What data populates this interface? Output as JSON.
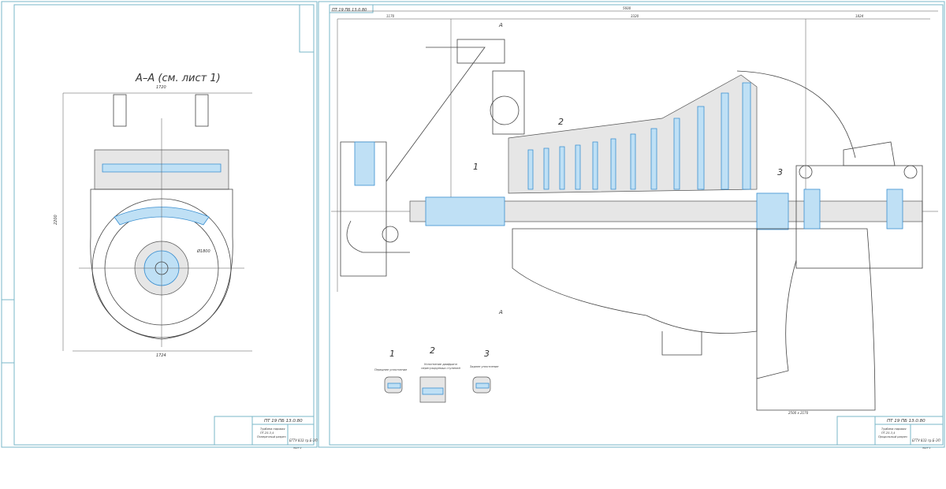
{
  "sheet1": {
    "section_title": "А–А (см. лист 1)",
    "stamp_code": "ПТ 19 ПБ 13.0.80",
    "doc_name": [
      "Турбина паровая",
      "ПТ-25-3,4",
      "Поперечный разрез"
    ],
    "sheet_label": "Лист 2",
    "org": "ЕГТУ 833 гр.Б-ЭП",
    "dims": {
      "width": "1724",
      "top": "1720",
      "height": "2200",
      "dia": "Ø1800"
    }
  },
  "sheet2": {
    "corner_code": "ПТ 19 ПБ 13.0.80",
    "stamp_code": "ПТ 19 ПБ 13.0.80",
    "doc_name": [
      "Турбина паровая",
      "ПТ-25-3,4",
      "Продольный разрез"
    ],
    "sheet_label": "Лист 1",
    "org": "ЕГТУ 833 гр.Б-ЭП",
    "section_marks": [
      "А",
      "А"
    ],
    "callouts": [
      "1",
      "2",
      "3"
    ],
    "dims": {
      "total": "5600",
      "d1": "1170",
      "d2": "3320",
      "d3": "1824",
      "bottom": "2500 x 2170"
    },
    "details": [
      {
        "num": "1",
        "label": "Переднее уплотнение"
      },
      {
        "num": "2",
        "label": "Уплотнение диафрагм нерегулируемых ступеней"
      },
      {
        "num": "3",
        "label": "Заднее уплотнение"
      }
    ]
  }
}
